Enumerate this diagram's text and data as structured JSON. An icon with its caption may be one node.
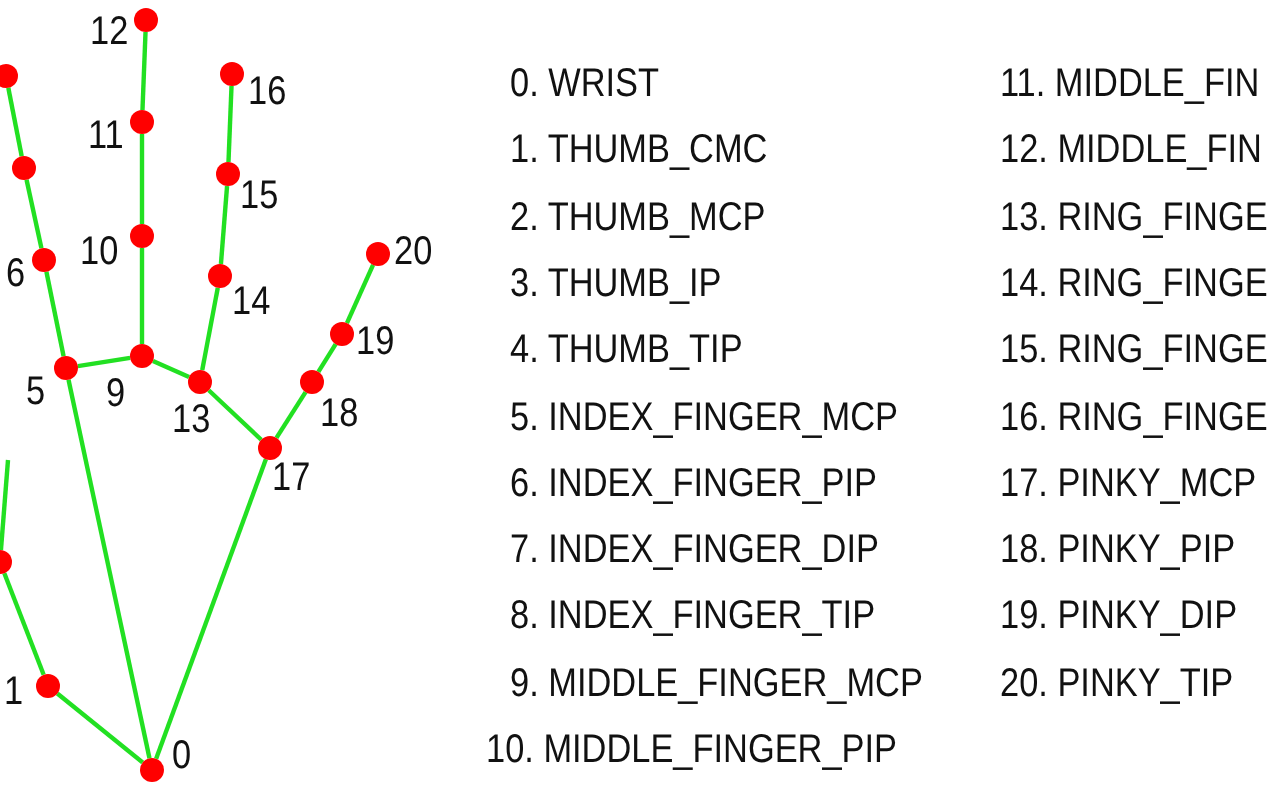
{
  "diagram": {
    "nodes": [
      {
        "text": [],
        "shape": "circle",
        "beside": [
          "0"
        ]
      },
      {
        "text": [],
        "shape": "circle",
        "beside": [
          "1"
        ]
      },
      {
        "text": [],
        "shape": "circle"
      },
      {
        "text": [],
        "shape": "circle",
        "beside": [
          "5"
        ]
      },
      {
        "text": [],
        "shape": "circle",
        "beside": [
          "6"
        ]
      },
      {
        "text": [],
        "shape": "circle"
      },
      {
        "text": [],
        "shape": "circle"
      },
      {
        "text": [],
        "shape": "circle",
        "beside": [
          "9"
        ]
      },
      {
        "text": [],
        "shape": "circle",
        "beside": [
          "10"
        ]
      },
      {
        "text": [],
        "shape": "circle",
        "beside": [
          "11"
        ]
      },
      {
        "text": [],
        "shape": "circle",
        "beside": [
          "12"
        ]
      },
      {
        "text": [],
        "shape": "circle",
        "beside": [
          "13"
        ]
      },
      {
        "text": [],
        "shape": "circle",
        "beside": [
          "14"
        ]
      },
      {
        "text": [],
        "shape": "circle",
        "beside": [
          "15"
        ]
      },
      {
        "text": [],
        "shape": "circle",
        "beside": [
          "16"
        ]
      },
      {
        "text": [],
        "shape": "circle",
        "beside": [
          "17"
        ]
      },
      {
        "text": [],
        "shape": "circle",
        "beside": [
          "18"
        ]
      },
      {
        "text": [],
        "shape": "circle",
        "beside": [
          "19"
        ]
      },
      {
        "text": [],
        "shape": "circle",
        "beside": [
          "20"
        ]
      }
    ],
    "edges": [
      {
        "from": 0,
        "to": 1,
        "arrow": "none"
      },
      {
        "from": 1,
        "to": 2,
        "arrow": "none"
      },
      {
        "from": 2,
        "to": null,
        "arrow": "none"
      },
      {
        "from": 0,
        "to": 3,
        "arrow": "none"
      },
      {
        "from": 3,
        "to": 4,
        "arrow": "none"
      },
      {
        "from": 4,
        "to": 5,
        "arrow": "none"
      },
      {
        "from": 5,
        "to": 6,
        "arrow": "none"
      },
      {
        "from": 3,
        "to": 7,
        "arrow": "none"
      },
      {
        "from": 7,
        "to": 8,
        "arrow": "none"
      },
      {
        "from": 8,
        "to": 9,
        "arrow": "none"
      },
      {
        "from": 9,
        "to": 10,
        "arrow": "none"
      },
      {
        "from": 7,
        "to": 11,
        "arrow": "none"
      },
      {
        "from": 11,
        "to": 12,
        "arrow": "none"
      },
      {
        "from": 12,
        "to": 13,
        "arrow": "none"
      },
      {
        "from": 13,
        "to": 14,
        "arrow": "none"
      },
      {
        "from": 11,
        "to": 15,
        "arrow": "none"
      },
      {
        "from": 0,
        "to": 15,
        "arrow": "none"
      },
      {
        "from": 15,
        "to": 16,
        "arrow": "none"
      },
      {
        "from": 16,
        "to": 17,
        "arrow": "none"
      },
      {
        "from": 17,
        "to": 18,
        "arrow": "none"
      }
    ],
    "labels": [
      "0. WRIST",
      "1. THUMB_CMC",
      "2. THUMB_MCP",
      "3. THUMB_IP",
      "4. THUMB_TIP",
      "5. INDEX_FINGER_MCP",
      "6. INDEX_FINGER_PIP",
      "7. INDEX_FINGER_DIP",
      "8. INDEX_FINGER_TIP",
      "9. MIDDLE_FINGER_MCP",
      "10. MIDDLE_FINGER_PIP",
      "11. MIDDLE_FIN",
      "12. MIDDLE_FIN",
      "13. RING_FINGE",
      "14. RING_FINGE",
      "15. RING_FINGE",
      "16. RING_FINGE",
      "17. PINKY_MCP",
      "18. PINKY_PIP",
      "19. PINKY_DIP",
      "20. PINKY_TIP"
    ]
  }
}
